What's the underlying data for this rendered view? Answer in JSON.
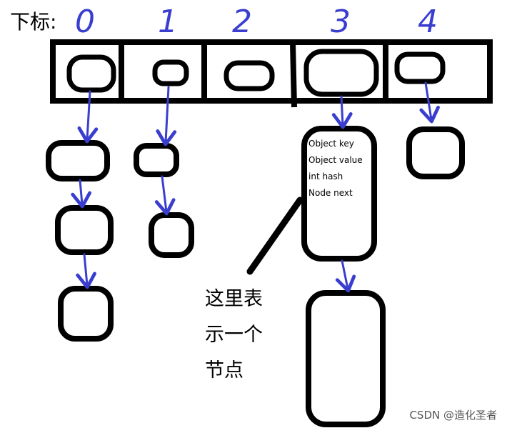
{
  "title": "下标:",
  "indices": [
    "0",
    "1",
    "2",
    "3",
    "4"
  ],
  "node_fields": [
    "Object  key",
    "Object  value",
    "int hash",
    "Node next"
  ],
  "note_lines": [
    "这里表",
    "示一个",
    "节点"
  ],
  "watermark": "CSDN @造化圣者",
  "colors": {
    "outline": "#000000",
    "arrow": "#3a3ecf",
    "background": "#ffffff"
  }
}
